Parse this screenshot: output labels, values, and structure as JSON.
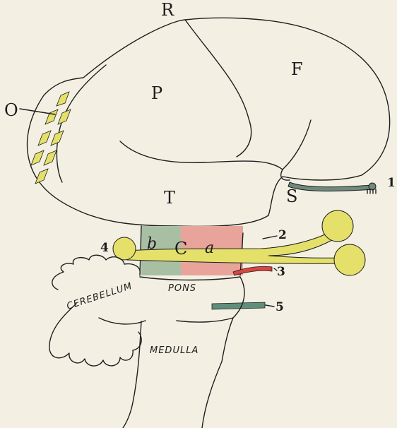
{
  "labels": {
    "rolandic": "R",
    "frontal": "F",
    "parietal": "P",
    "occipital": "O",
    "temporal": "T",
    "sylvian": "S",
    "crus": "C",
    "a": "a",
    "b": "b",
    "n1": "1",
    "n2": "2",
    "n3": "3",
    "n4": "4",
    "n5": "5",
    "cerebellum": "CEREBELLUM",
    "pons": "PONS",
    "medulla": "MEDULLA"
  },
  "colors": {
    "background": "#f3f0e3",
    "optic_yellow": "#e4e06a",
    "motor_red": "#e8a39a",
    "sensory_green": "#a9bfa4",
    "nerve_3_red": "#d9463f",
    "nerve_5_green": "#5f8f7a",
    "olfactory_grey": "#6f8a7c"
  }
}
